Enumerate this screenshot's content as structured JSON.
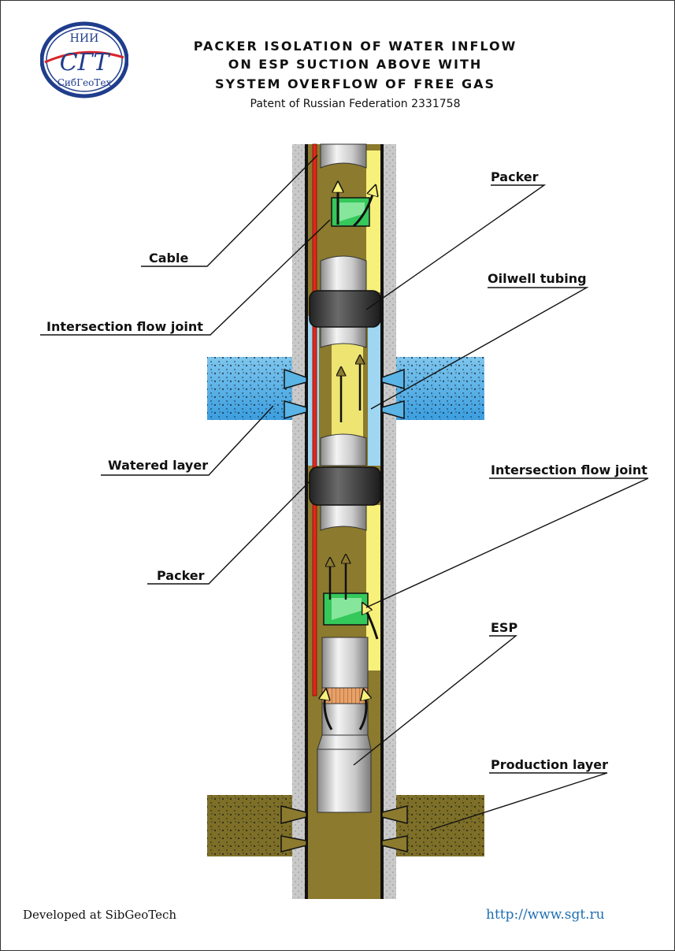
{
  "logo": {
    "top_text": "НИИ",
    "main_text": "СГТ",
    "bottom_text": "СибГеоТех",
    "ring_color": "#1f3d8c",
    "accent_color": "#d7262c"
  },
  "header": {
    "title_lines": [
      "PACKER ISOLATION OF WATER INFLOW",
      "ON ESP SUCTION ABOVE WITH",
      "SYSTEM OVERFLOW OF FREE GAS"
    ],
    "subtitle": "Patent of Russian Federation 2331758"
  },
  "labels": {
    "cable": "Cable",
    "intersection_flow_joint_upper": "Intersection flow joint",
    "watered_layer": "Watered layer",
    "packer_lower": "Packer",
    "packer_upper": "Packer",
    "oilwell_tubing": "Oilwell tubing",
    "intersection_flow_joint_lower": "Intersection flow joint",
    "esp": "ESP",
    "production_layer": "Production layer"
  },
  "colors": {
    "casing": "#c8c8c8",
    "oil": "#8c7a2e",
    "gas": "#f7f07a",
    "water": "#9fd6f2",
    "cable": "#e2261b",
    "packer": "#3a3a3a",
    "joint": "#35c85a",
    "formation_water": "#5ab4e6",
    "formation_oil": "#7e6f28"
  },
  "footer": {
    "developer": "Developed at SibGeoTech",
    "url": "http://www.sgt.ru"
  }
}
